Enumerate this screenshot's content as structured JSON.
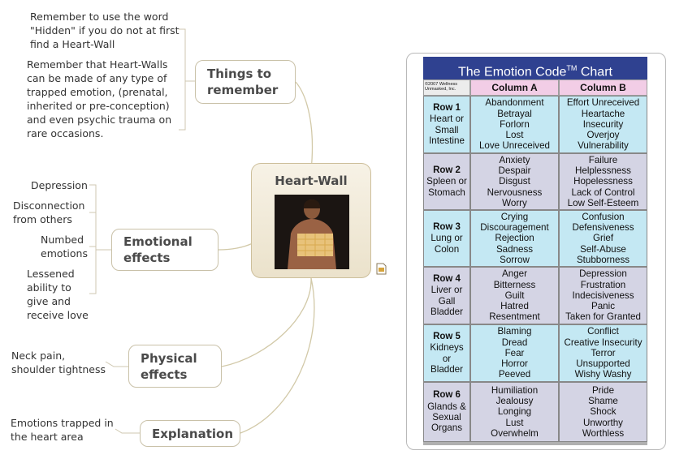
{
  "central": {
    "title": "Heart-Wall"
  },
  "topics": {
    "things": "Things to remember",
    "emotional": "Emotional effects",
    "physical": "Physical effects",
    "explanation": "Explanation"
  },
  "notes": {
    "things": [
      "Remember to use the word \"Hidden\" if you do not at first find a Heart-Wall",
      "Remember that Heart-Walls can be made of any type of trapped emotion, (prenatal, inherited or pre-conception) and even psychic trauma on rare occasions."
    ],
    "emotional": [
      "Depression",
      "Disconnection from others",
      "Numbed emotions",
      "Lessened ability to give and receive love"
    ],
    "physical": [
      "Neck pain, shoulder tightness"
    ],
    "explanation": [
      "Emotions trapped in the heart area"
    ]
  },
  "chart": {
    "title": "The Emotion Code",
    "title_mark": "TM",
    "title_suffix": " Chart",
    "copyright": "©2007 Wellness Unmasked, Inc.",
    "col_a": "Column A",
    "col_b": "Column B",
    "rows": [
      {
        "label": "Row 1",
        "organs": "Heart or Small Intestine",
        "a": [
          "Abandonment",
          "Betrayal",
          "Forlorn",
          "Lost",
          "Love Unreceived"
        ],
        "b": [
          "Effort Unreceived",
          "Heartache",
          "Insecurity",
          "Overjoy",
          "Vulnerability"
        ]
      },
      {
        "label": "Row 2",
        "organs": "Spleen or Stomach",
        "a": [
          "Anxiety",
          "Despair",
          "Disgust",
          "Nervousness",
          "Worry"
        ],
        "b": [
          "Failure",
          "Helplessness",
          "Hopelessness",
          "Lack of Control",
          "Low Self-Esteem"
        ]
      },
      {
        "label": "Row 3",
        "organs": "Lung or Colon",
        "a": [
          "Crying",
          "Discouragement",
          "Rejection",
          "Sadness",
          "Sorrow"
        ],
        "b": [
          "Confusion",
          "Defensiveness",
          "Grief",
          "Self-Abuse",
          "Stubborness"
        ]
      },
      {
        "label": "Row 4",
        "organs": "Liver or Gall Bladder",
        "a": [
          "Anger",
          "Bitterness",
          "Guilt",
          "Hatred",
          "Resentment"
        ],
        "b": [
          "Depression",
          "Frustration",
          "Indecisiveness",
          "Panic",
          "Taken for Granted"
        ]
      },
      {
        "label": "Row 5",
        "organs": "Kidneys or Bladder",
        "a": [
          "Blaming",
          "Dread",
          "Fear",
          "Horror",
          "Peeved"
        ],
        "b": [
          "Conflict",
          "Creative Insecurity",
          "Terror",
          "Unsupported",
          "Wishy Washy"
        ]
      },
      {
        "label": "Row 6",
        "organs": "Glands & Sexual Organs",
        "a": [
          "Humiliation",
          "Jealousy",
          "Longing",
          "Lust",
          "Overwhelm"
        ],
        "b": [
          "Pride",
          "Shame",
          "Shock",
          "Unworthy",
          "Worthless"
        ]
      }
    ]
  }
}
